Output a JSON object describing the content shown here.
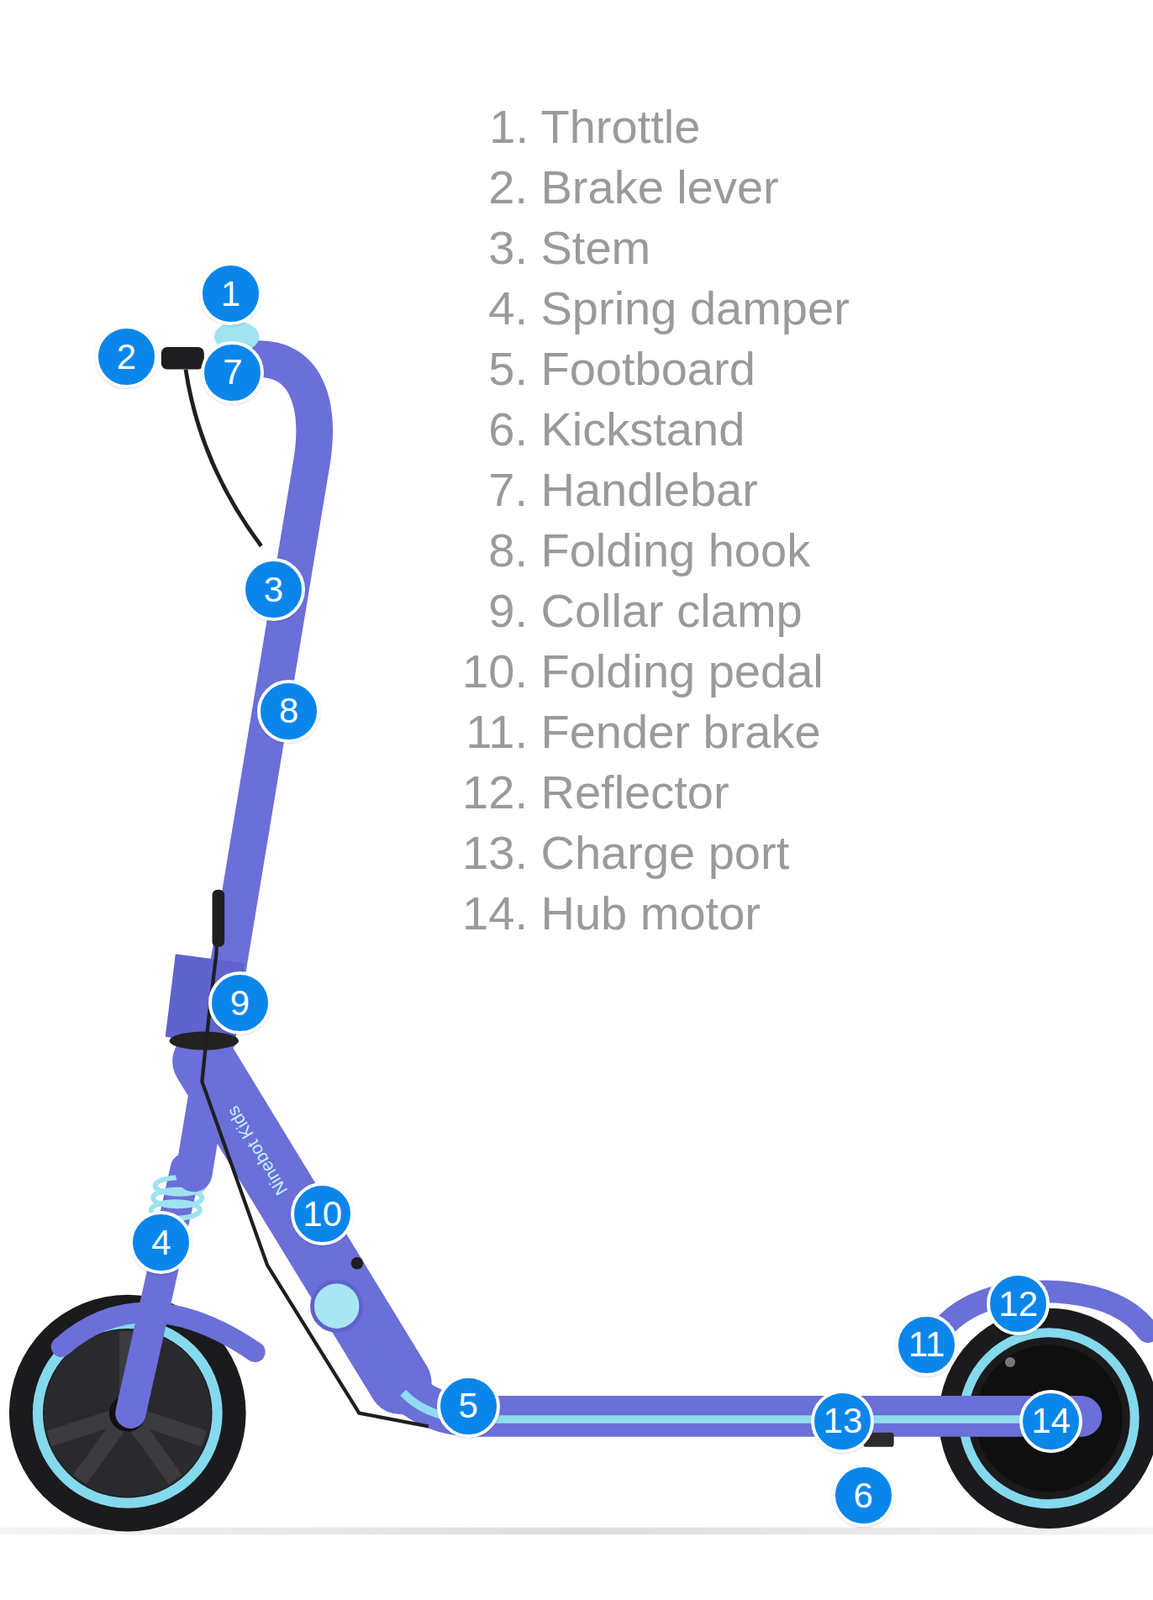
{
  "diagram": {
    "nodes": [
      {
        "text": [
          "1"
        ]
      },
      {
        "text": [
          "2"
        ]
      },
      {
        "text": [
          "3"
        ]
      },
      {
        "text": [
          "4"
        ]
      },
      {
        "text": [
          "5"
        ]
      },
      {
        "text": [
          "6"
        ]
      },
      {
        "text": [
          "7"
        ]
      },
      {
        "text": [
          "8"
        ]
      },
      {
        "text": [
          "9"
        ]
      },
      {
        "text": [
          "10"
        ]
      },
      {
        "text": [
          "11"
        ]
      },
      {
        "text": [
          "12"
        ]
      },
      {
        "text": [
          "13"
        ]
      },
      {
        "text": [
          "14"
        ]
      }
    ],
    "labels": [
      "1. Throttle",
      "2. Brake lever",
      "3. Stem",
      "4. Spring damper",
      "5. Footboard",
      "6. Kickstand",
      "7. Handlebar",
      "8. Folding hook",
      "9. Collar clamp",
      "10. Folding pedal",
      "11. Fender brake",
      "12. Reflector",
      "13. Charge port",
      "14. Hub motor",
      "Ninebot Kids"
    ]
  }
}
